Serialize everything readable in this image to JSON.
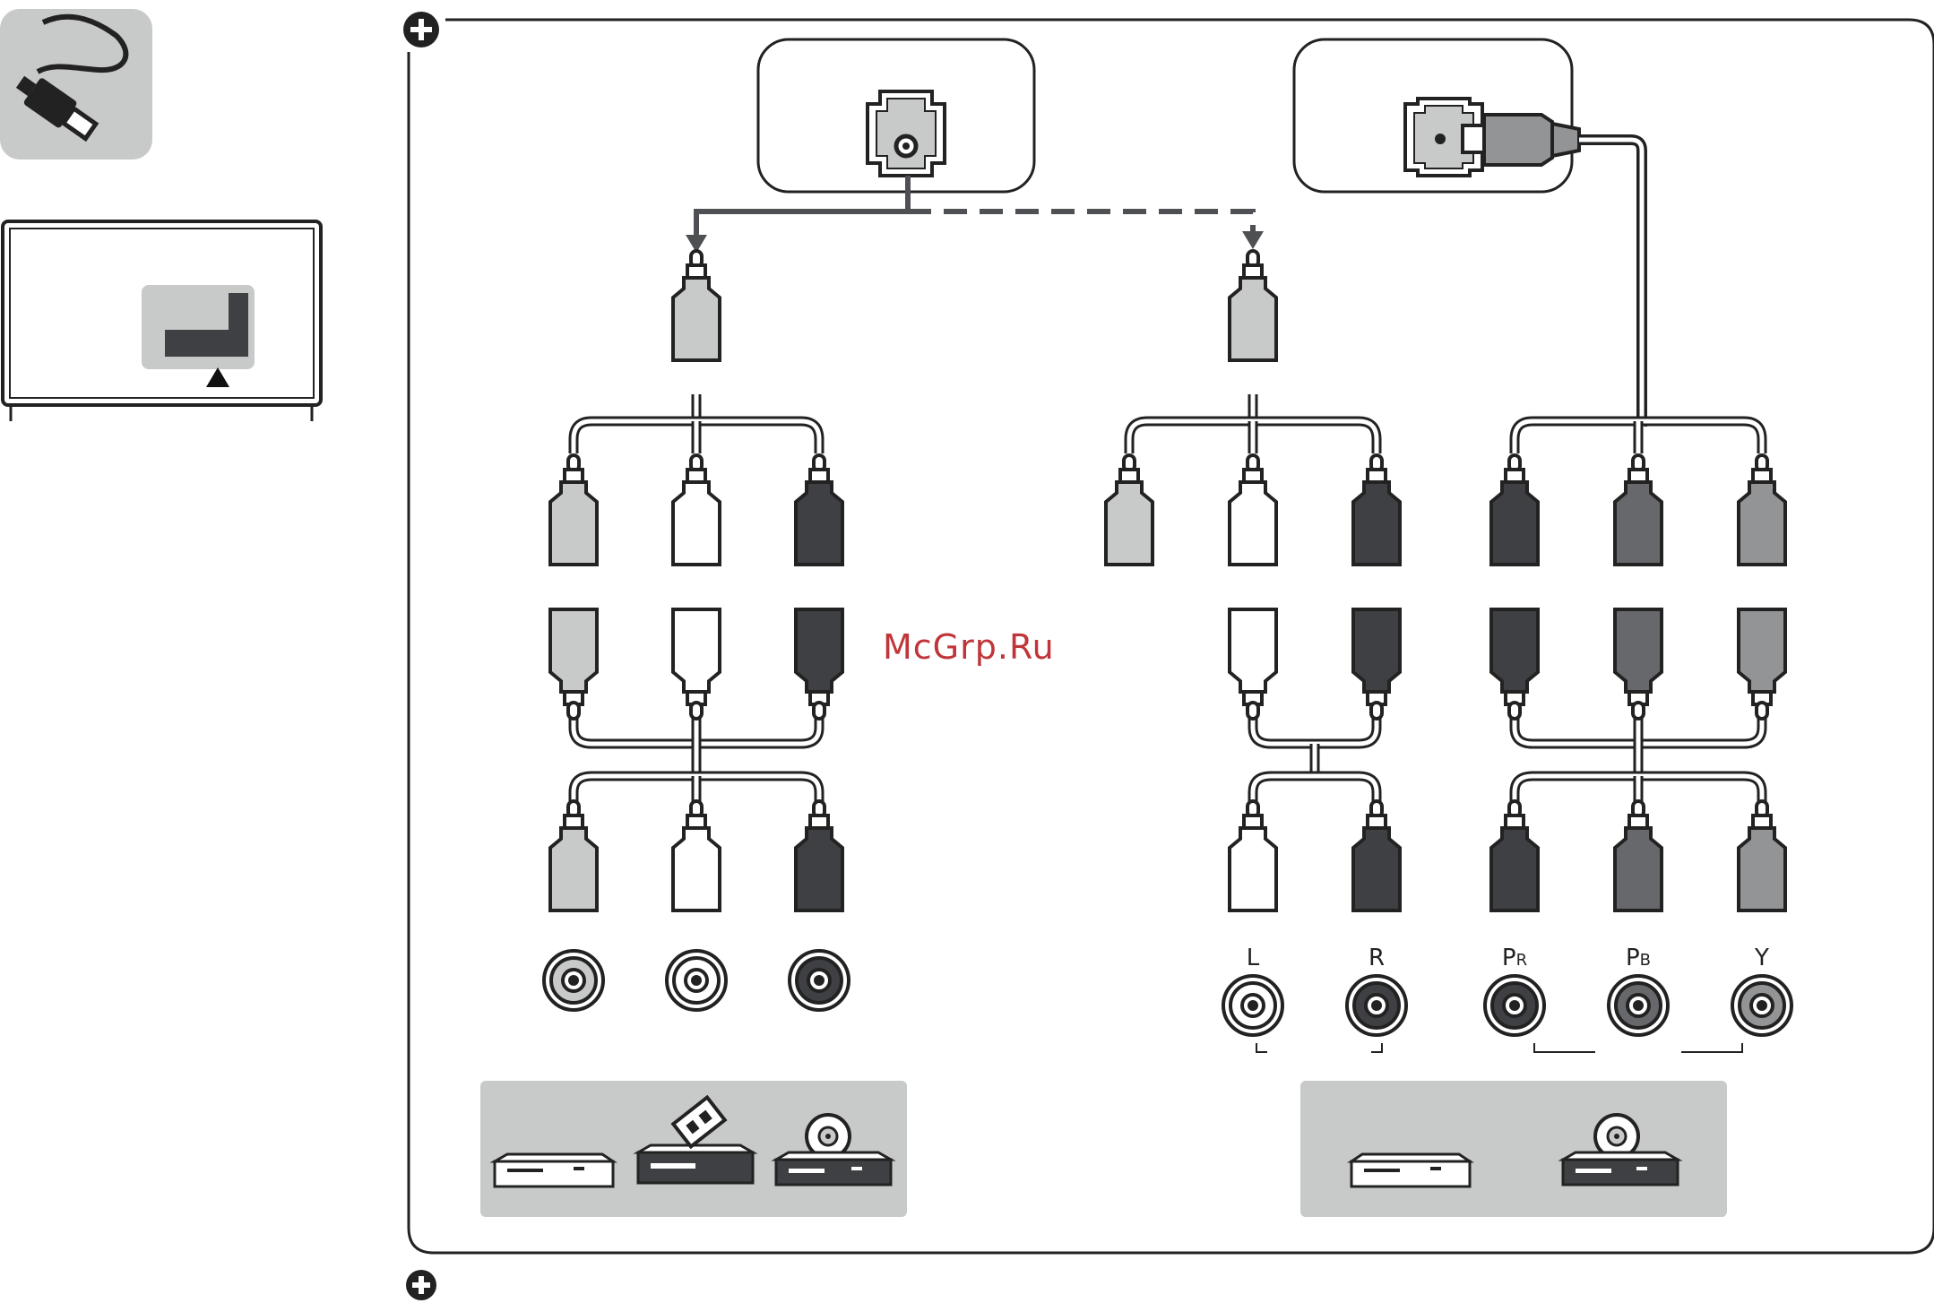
{
  "watermark": "McGrp.Ru",
  "component_jacks": [
    {
      "main": "L",
      "sub": "",
      "color": "#ffffff"
    },
    {
      "main": "R",
      "sub": "",
      "color": "#3f4043"
    },
    {
      "main": "P",
      "sub": "R",
      "color": "#3f4043"
    },
    {
      "main": "P",
      "sub": "B",
      "color": "#67686b"
    },
    {
      "main": "Y",
      "sub": "",
      "color": "#929496"
    }
  ],
  "colors": {
    "line": "#222222",
    "panel_gray": "#c8c9c9",
    "plug_light": "#c8c9c9",
    "plug_white": "#ffffff",
    "plug_dark": "#3f4043",
    "plug_mid": "#67686b",
    "plug_gray": "#929496",
    "arrow_gray": "#4e5053"
  },
  "icons": [
    "cable-icon",
    "tv-icon",
    "plus-icon",
    "av-port-icon",
    "component-port-icon",
    "vcr-icon",
    "camcorder-icon",
    "dvd-icon"
  ]
}
